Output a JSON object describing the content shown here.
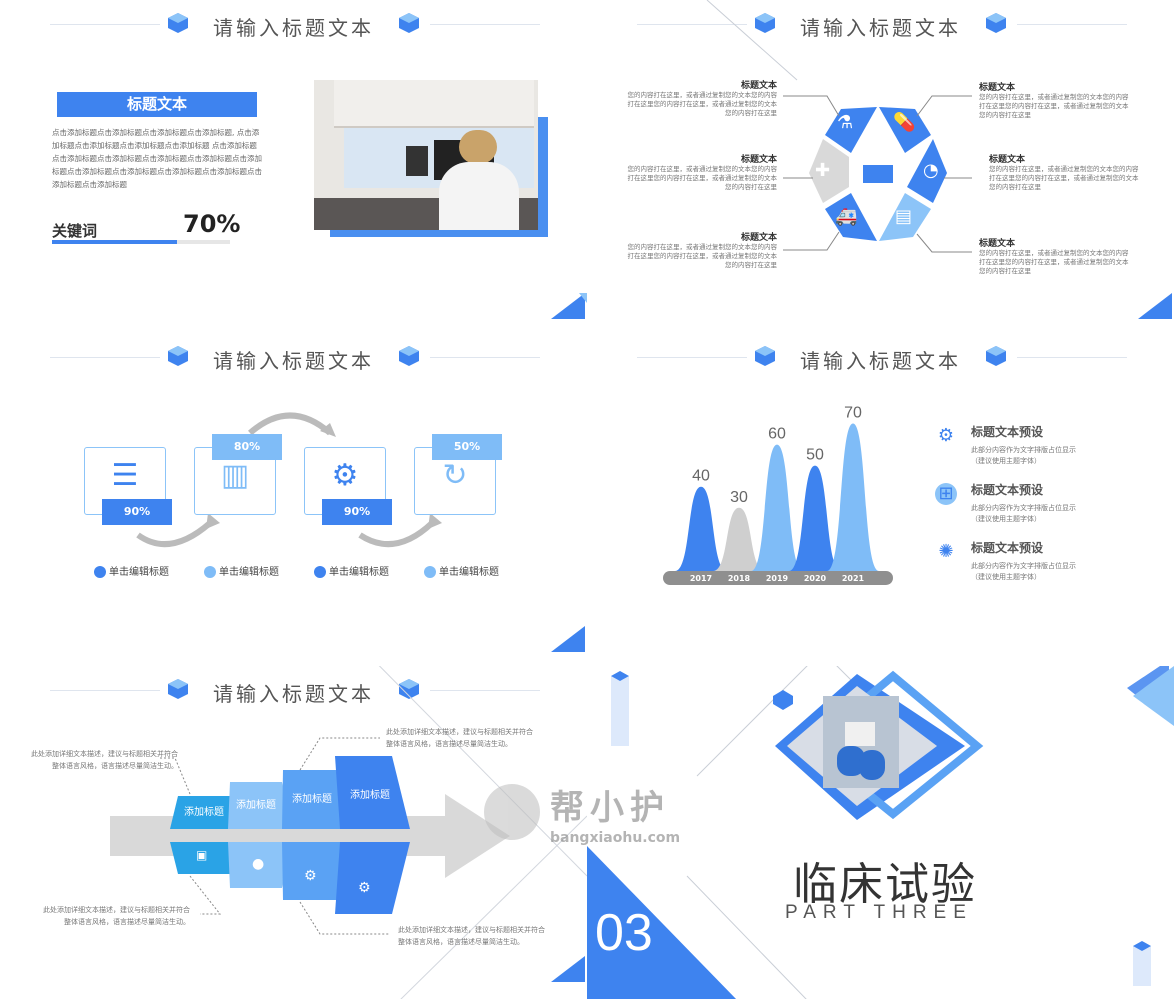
{
  "colors": {
    "primary": "#3e83ef",
    "light": "#7fbcf7",
    "gray": "#cfcfcf",
    "dark": "#333333"
  },
  "header_title": "请输入标题文本",
  "slide1": {
    "banner": "标题文本",
    "body": "点击添加标题点击添加标题点击添加标题点击添加标题, 点击添加标题点击添加标题点击添加标题点击添加标题 点击添加标题点击添加标题点击添加标题点击添加标题点击添加标题点击添加标题点击添加标题点击添加标题点击添加标题点击添加标题点击添加标题点击添加标题",
    "keyword": "关键词",
    "percent": "70%",
    "progress": 0.7
  },
  "slide2": {
    "items": [
      {
        "title": "标题文本",
        "desc": "您的内容打在这里，或者通过复制您的文本您的内容打在这里您的内容打在这里，或者通过复制您的文本您的内容打在这里"
      },
      {
        "title": "标题文本",
        "desc": "您的内容打在这里，或者通过复制您的文本您的内容打在这里您的内容打在这里，或者通过复制您的文本您的内容打在这里"
      },
      {
        "title": "标题文本",
        "desc": "您的内容打在这里，或者通过复制您的文本您的内容打在这里您的内容打在这里，或者通过复制您的文本您的内容打在这里"
      },
      {
        "title": "标题文本",
        "desc": "您的内容打在这里，或者通过复制您的文本您的内容打在这里您的内容打在这里，或者通过复制您的文本您的内容打在这里"
      },
      {
        "title": "标题文本",
        "desc": "您的内容打在这里，或者通过复制您的文本您的内容打在这里您的内容打在这里，或者通过复制您的文本您的内容打在这里"
      },
      {
        "title": "标题文本",
        "desc": "您的内容打在这里，或者通过复制您的文本您的内容打在这里您的内容打在这里，或者通过复制您的文本您的内容打在这里"
      }
    ]
  },
  "slide3": {
    "steps": [
      {
        "value": "90%",
        "label": "单击编辑标题",
        "icon": "database-icon"
      },
      {
        "value": "80%",
        "label": "单击编辑标题",
        "icon": "bar-chart-icon"
      },
      {
        "value": "90%",
        "label": "单击编辑标题",
        "icon": "gear-icon"
      },
      {
        "value": "50%",
        "label": "单击编辑标题",
        "icon": "refresh-icon"
      }
    ]
  },
  "slide4": {
    "chart_data": {
      "type": "area",
      "categories": [
        "2017",
        "2018",
        "2019",
        "2020",
        "2021"
      ],
      "values": [
        40,
        30,
        60,
        50,
        70
      ],
      "ylim": [
        0,
        75
      ]
    },
    "items": [
      {
        "title": "标题文本预设",
        "desc": "此部分内容作为文字排版占位显示 （建议使用主题字体）",
        "icon": "gear-icon"
      },
      {
        "title": "标题文本预设",
        "desc": "此部分内容作为文字排版占位显示 （建议使用主题字体）",
        "icon": "windows-icon"
      },
      {
        "title": "标题文本预设",
        "desc": "此部分内容作为文字排版占位显示 （建议使用主题字体）",
        "icon": "aperture-icon"
      }
    ]
  },
  "slide5": {
    "top_labels": [
      "添加标题",
      "添加标题",
      "添加标题",
      "添加标题"
    ],
    "notes": [
      "此处添加详细文本描述，建议与标题相关并符合整体语言风格，语言描述尽量简洁生动。",
      "此处添加详细文本描述，建议与标题相关并符合整体语言风格，语言描述尽量简洁生动。",
      "此处添加详细文本描述，建议与标题相关并符合整体语言风格，语言描述尽量简洁生动。",
      "此处添加详细文本描述，建议与标题相关并符合整体语言风格，语言描述尽量简洁生动。"
    ]
  },
  "slide6": {
    "number": "03",
    "title": "临床试验",
    "subtitle": "PART THREE"
  },
  "watermark": {
    "name": "帮小护",
    "url": "bangxiaohu.com"
  }
}
